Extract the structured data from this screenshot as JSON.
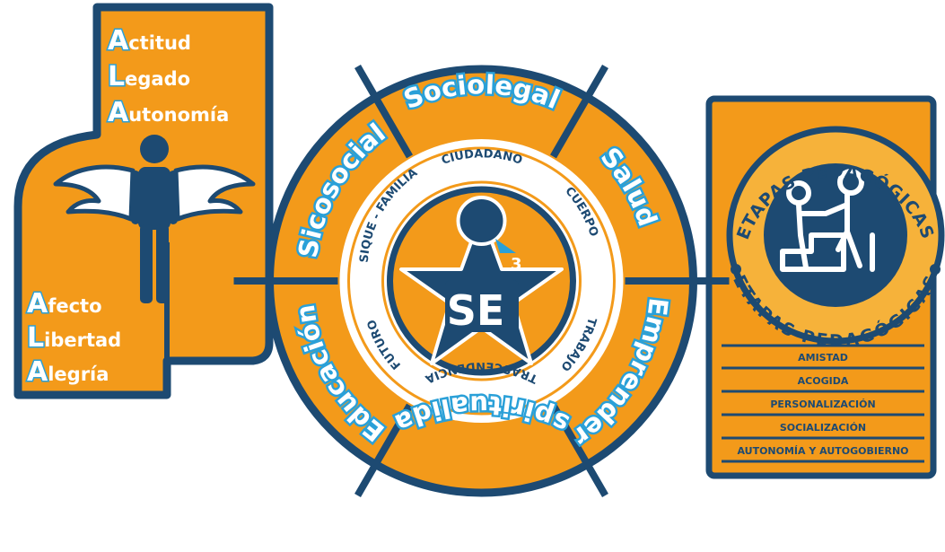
{
  "colors": {
    "navy": "#1d4a72",
    "orange": "#f39a1a",
    "light_orange": "#f6b23a",
    "cyan": "#2aa0d8",
    "white": "#ffffff"
  },
  "left_panel": {
    "figure_icon": "winged-person-icon",
    "top_words": [
      {
        "initial": "A",
        "rest": "ctitud"
      },
      {
        "initial": "L",
        "rest": "egado"
      },
      {
        "initial": "A",
        "rest": "utonomía"
      }
    ],
    "bottom_words": [
      {
        "initial": "A",
        "rest": "fecto"
      },
      {
        "initial": "L",
        "rest": "ibertad"
      },
      {
        "initial": "A",
        "rest": "legría"
      }
    ]
  },
  "wheel": {
    "segments": [
      {
        "initial": "S",
        "rest": "ociolegal"
      },
      {
        "initial": "S",
        "rest": "alud"
      },
      {
        "initial": "E",
        "rest": "mprender"
      },
      {
        "initial": "E",
        "rest": "spiritualidad"
      },
      {
        "initial": "E",
        "rest": "ducación"
      },
      {
        "initial": "S",
        "rest": "icosocial"
      }
    ],
    "ring_labels": [
      "CIUDADANO",
      "CUERPO",
      "TRABAJO",
      "TRASCENDENCIA",
      "FUTURO",
      "SIQUE - FAMILIA"
    ],
    "center": {
      "logo_text": "SE",
      "superscript": "3"
    }
  },
  "right_panel": {
    "badge_top_text": "ETAPAS PEDAGÓGICAS",
    "badge_bottom_text": "ETAPAS PEDAGÓGICAS",
    "badge_icon": "helping-hand-icon",
    "stages": [
      "AMISTAD",
      "ACOGIDA",
      "PERSONALIZACIÓN",
      "SOCIALIZACIÓN",
      "AUTONOMÍA Y AUTOGOBIERNO"
    ]
  }
}
